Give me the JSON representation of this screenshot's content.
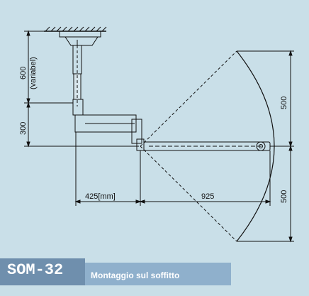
{
  "diagram": {
    "labels": {
      "vertical_upper": "600",
      "vertical_upper_note": "(variabel)",
      "vertical_lower": "300",
      "horizontal_left": "425[mm]",
      "horizontal_right": "925",
      "arc_upper": "500",
      "arc_lower": "500"
    }
  },
  "caption": {
    "model": "SOM-32",
    "description": "Montaggio sul soffitto"
  },
  "colors": {
    "background": "#c9dfe8",
    "caption_tab": "#6f8fad",
    "caption_bar": "#8fb0cc",
    "line": "#111111"
  }
}
